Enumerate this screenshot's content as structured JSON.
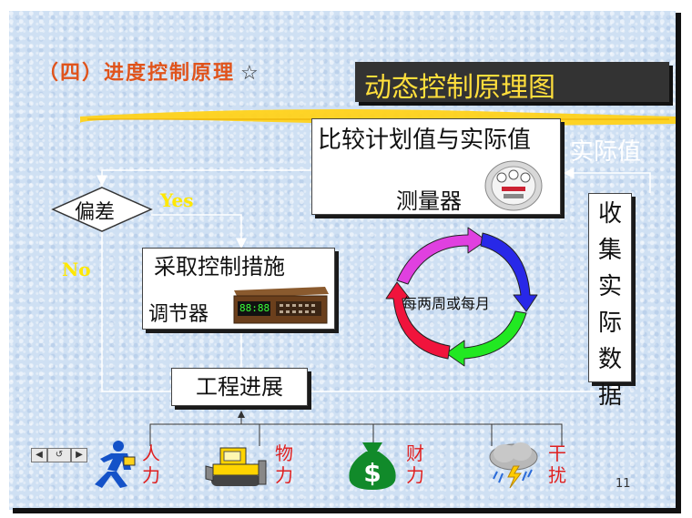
{
  "heading": "（四）进度控制原理",
  "heading_star": "☆",
  "title": "动态控制原理图",
  "compare_box": {
    "line1": "比较计划值与实际值",
    "line2": "测量器"
  },
  "actual_value": "实际值",
  "deviation": "偏差",
  "yes": "Yes",
  "no": "No",
  "measures_box": {
    "line1": "采取控制措施",
    "line2": "调节器",
    "display": "88:88"
  },
  "cycle_label": "每两周或每月",
  "collect_box": "收集实际数据",
  "progress_box": "工程进展",
  "inputs": [
    {
      "label": "人力",
      "icon": "worker-icon"
    },
    {
      "label": "物力",
      "icon": "bulldozer-icon"
    },
    {
      "label": "财力",
      "icon": "money-bag-icon"
    },
    {
      "label": "干扰",
      "icon": "storm-cloud-icon"
    }
  ],
  "page_number": "11",
  "colors": {
    "heading": "#e0541c",
    "title_text": "#ffde3c",
    "yes_no": "#ffe800",
    "inputs": "#e02020"
  }
}
